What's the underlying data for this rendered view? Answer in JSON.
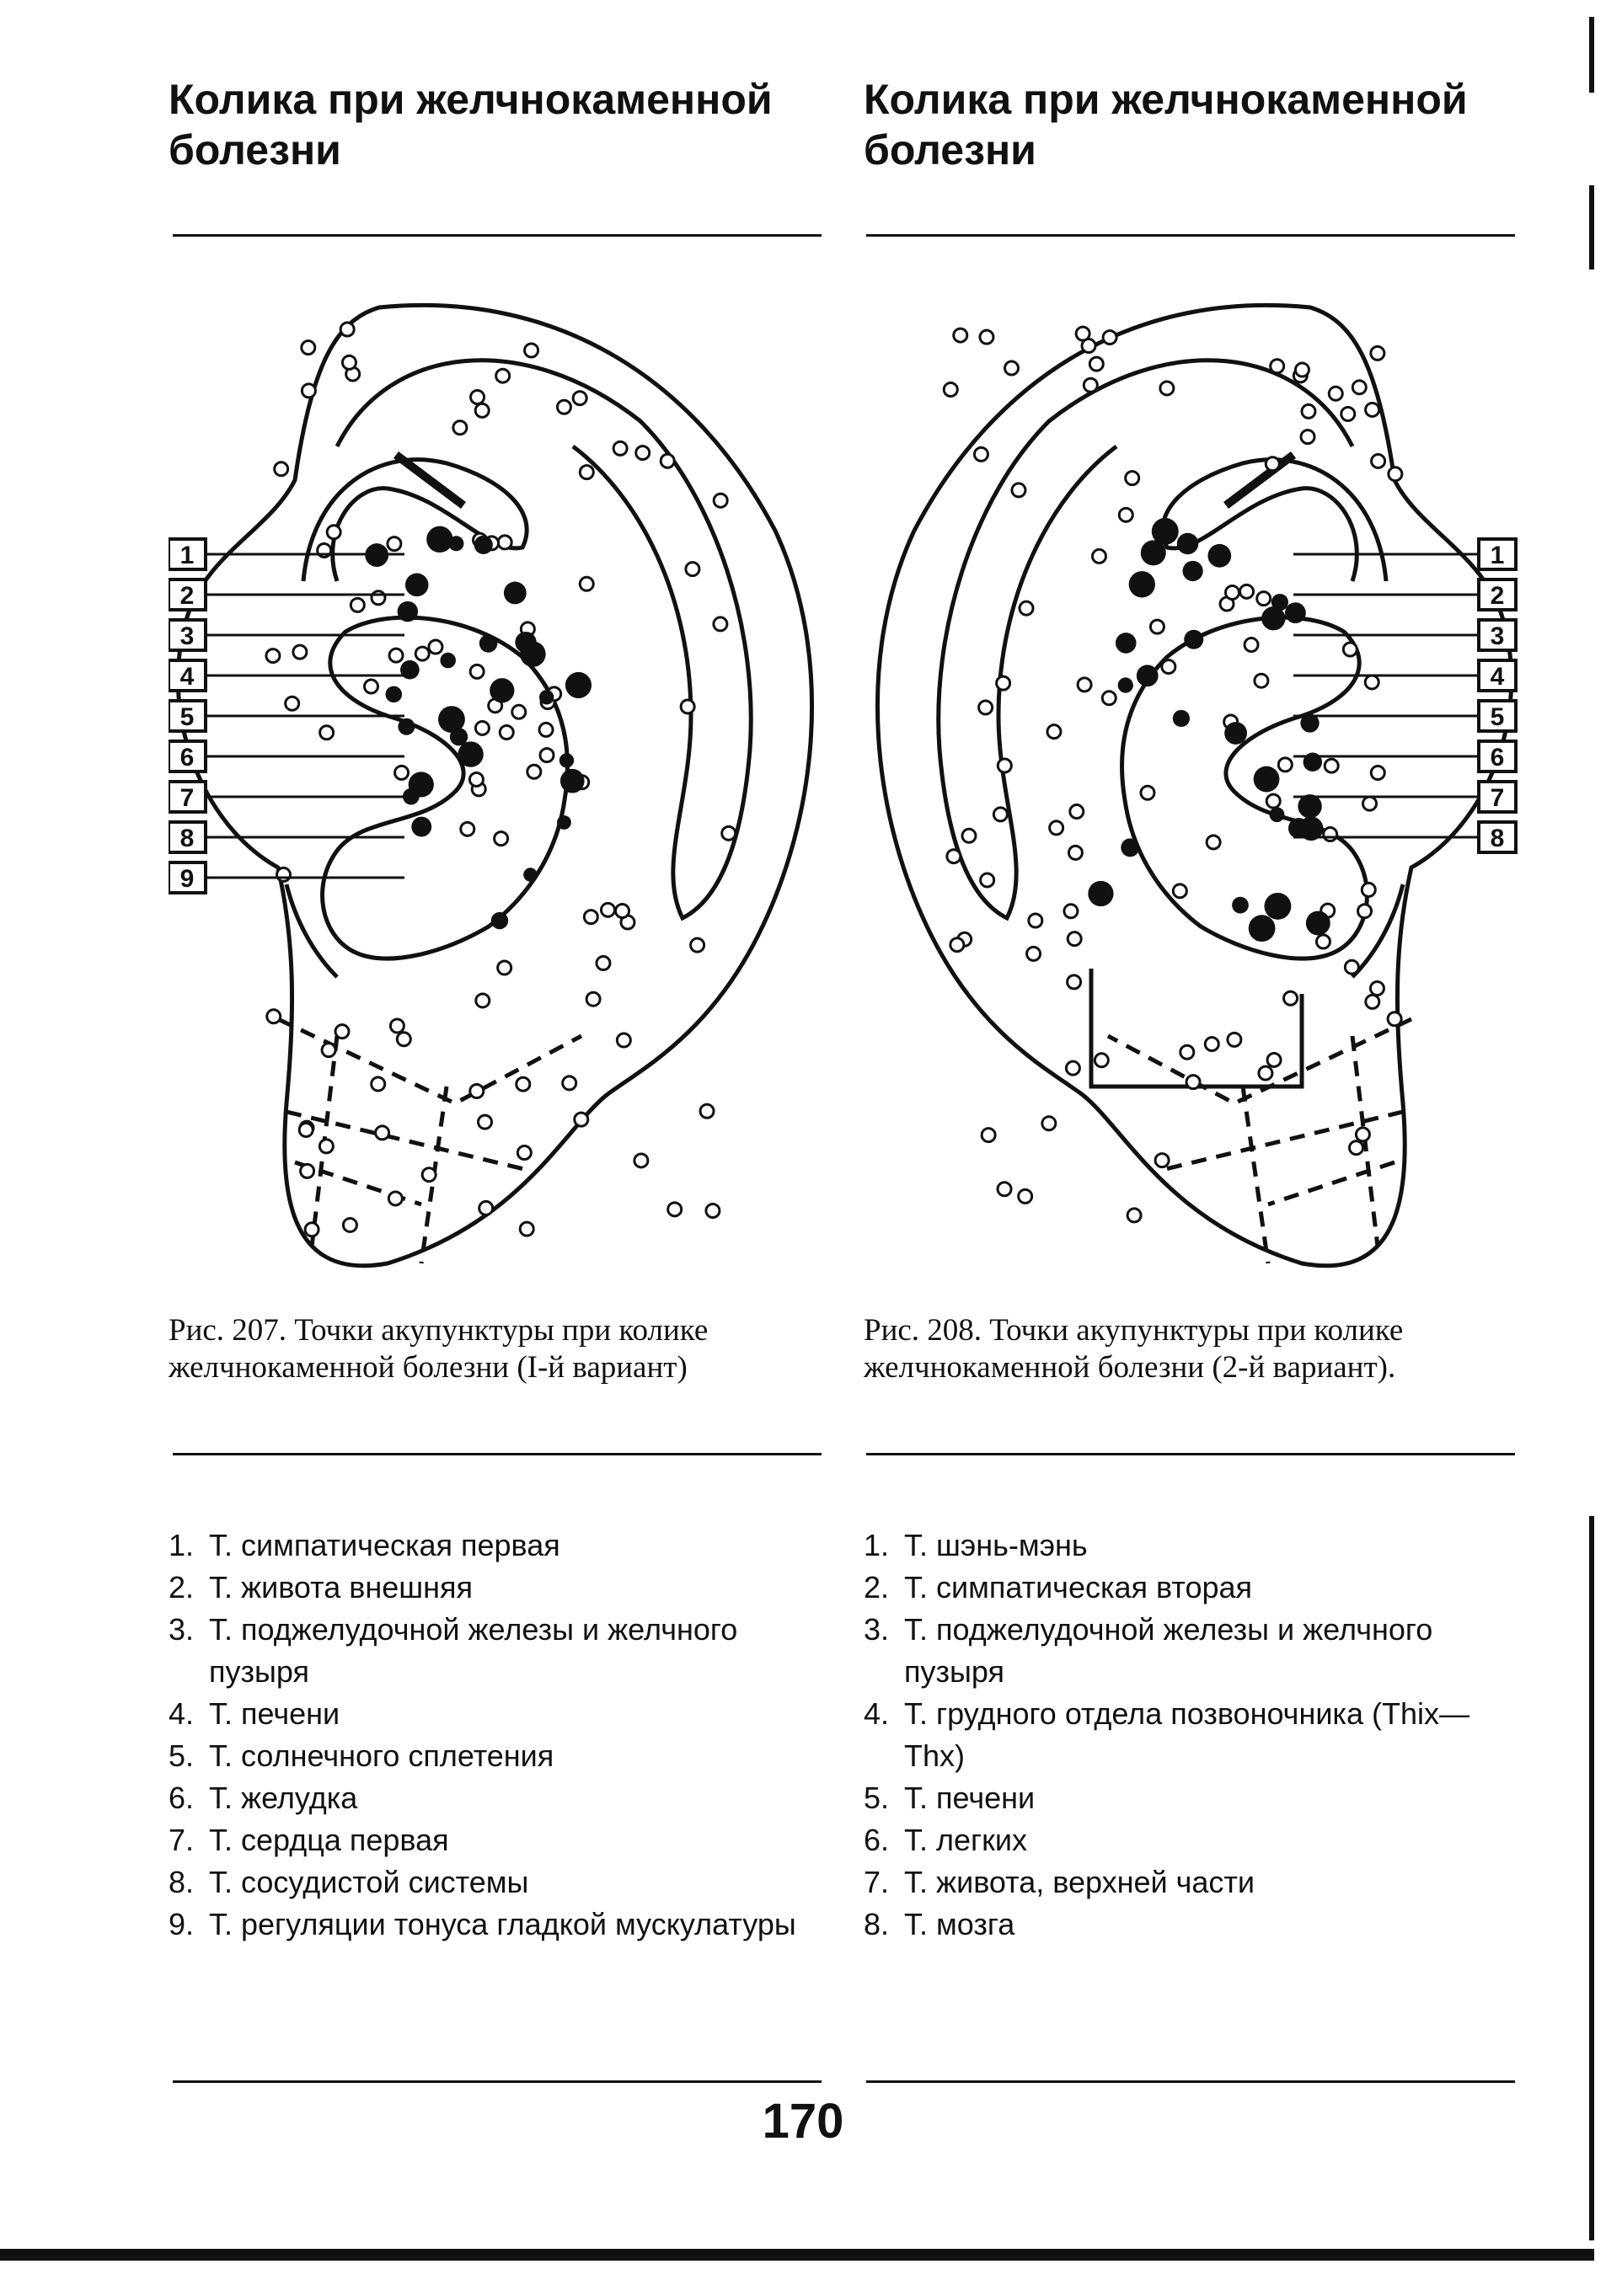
{
  "left": {
    "title": "Колика при желчнокаменной болезни",
    "figure_labels": [
      "1",
      "2",
      "3",
      "4",
      "5",
      "6",
      "7",
      "8",
      "9"
    ],
    "caption": "Рис. 207. Точки акупунктуры при колике желчнокаменной болезни (І-й вариант)",
    "legend": [
      {
        "num": "1.",
        "text": "Т. симпатическая первая"
      },
      {
        "num": "2.",
        "text": "Т. живота внешняя"
      },
      {
        "num": "3.",
        "text": "Т. поджелудочной железы и желчного пузыря"
      },
      {
        "num": "4.",
        "text": "Т. печени"
      },
      {
        "num": "5.",
        "text": "Т. солнечного сплетения"
      },
      {
        "num": "6.",
        "text": "Т. желудка"
      },
      {
        "num": "7.",
        "text": "Т. сердца первая"
      },
      {
        "num": "8.",
        "text": "Т. сосудистой системы"
      },
      {
        "num": "9.",
        "text": "Т. регуляции тонуса гладкой мускулатуры"
      }
    ]
  },
  "right": {
    "title": "Колика при желчнокаменной болезни",
    "figure_labels": [
      "1",
      "2",
      "3",
      "4",
      "5",
      "6",
      "7",
      "8"
    ],
    "caption": "Рис. 208. Точки акупунктуры при колике желчнокаменной болезни (2-й вариант).",
    "legend": [
      {
        "num": "1.",
        "text": "Т. шэнь-мэнь"
      },
      {
        "num": "2.",
        "text": "Т. симпатическая вторая"
      },
      {
        "num": "3.",
        "text": "Т. поджелудочной железы и желчного пузыря"
      },
      {
        "num": "4.",
        "text": "Т. грудного отдела позвоночника (Thix—Thx)"
      },
      {
        "num": "5.",
        "text": "Т. печени"
      },
      {
        "num": "6.",
        "text": "Т. легких"
      },
      {
        "num": "7.",
        "text": "Т. живота, верхней части"
      },
      {
        "num": "8.",
        "text": "Т. мозга"
      }
    ]
  },
  "page_number": "170"
}
